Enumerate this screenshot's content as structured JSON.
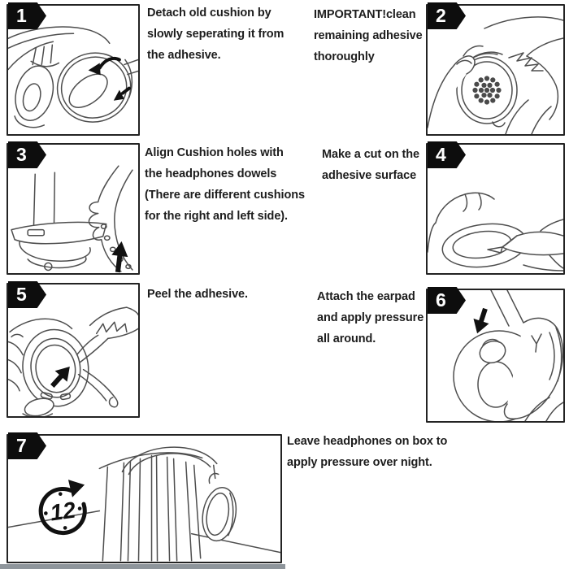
{
  "colors": {
    "line_art": "#4e4e4e",
    "ink": "#111111",
    "panel_border": "#232323",
    "bottom_bar": "#8e959b"
  },
  "steps": [
    {
      "number": "1",
      "lines": [
        "Detach old cushion by",
        "slowly seperating it from",
        "the adhesive."
      ]
    },
    {
      "number": "2",
      "lines": [
        "IMPORTANT!clean",
        "remaining adhesive",
        "thoroughly"
      ]
    },
    {
      "number": "3",
      "lines": [
        "Align Cushion holes with",
        "the headphones dowels",
        "(There are different cushions",
        "for the right and left side)."
      ]
    },
    {
      "number": "4",
      "lines": [
        "Make a cut on the",
        "adhesive surface"
      ]
    },
    {
      "number": "5",
      "lines": [
        "Peel the adhesive."
      ]
    },
    {
      "number": "6",
      "lines": [
        "Attach the earpad",
        "and apply pressure",
        "all around."
      ]
    },
    {
      "number": "7",
      "lines": [
        "Leave headphones on box to",
        "apply pressure over night."
      ],
      "clock_label": "12"
    }
  ]
}
